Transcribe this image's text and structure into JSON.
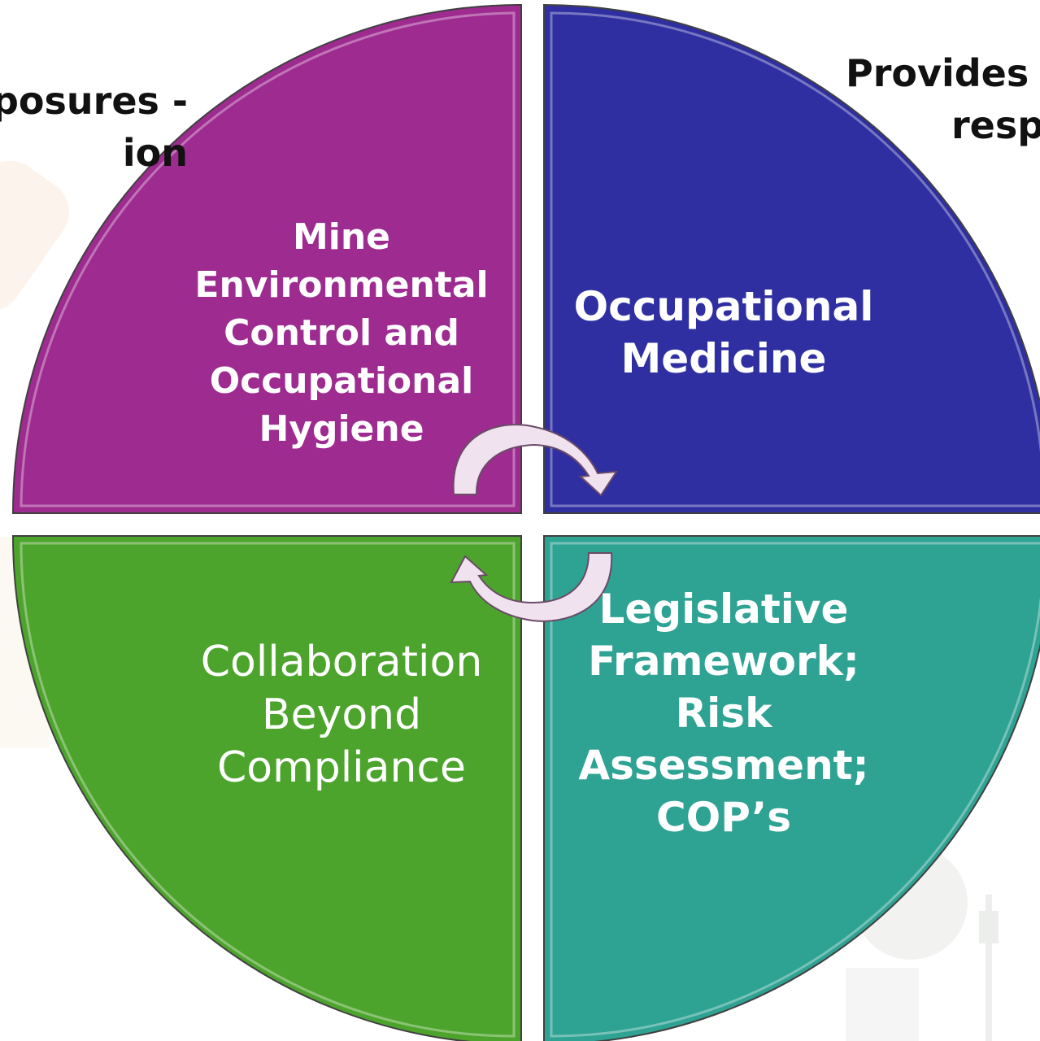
{
  "left_caption": [
    "posures -",
    "ion"
  ],
  "right_caption": [
    "Provides t",
    "resp"
  ],
  "quadrants": {
    "top_left": {
      "lines": [
        "Mine",
        "Environmental",
        "Control and",
        "Occupational",
        "Hygiene"
      ],
      "color": "#9e2b90"
    },
    "top_right": {
      "lines": [
        "Occupational",
        "Medicine"
      ],
      "color": "#2f2fa1"
    },
    "bottom_left": {
      "lines": [
        "Collaboration",
        "Beyond",
        "Compliance"
      ],
      "color": "#4da42c"
    },
    "bottom_right": {
      "lines": [
        "Legislative",
        "Framework;",
        "Risk",
        "Assessment;",
        "COP’s"
      ],
      "color": "#2ea293"
    }
  },
  "arrow_color": "#f1e2ef"
}
